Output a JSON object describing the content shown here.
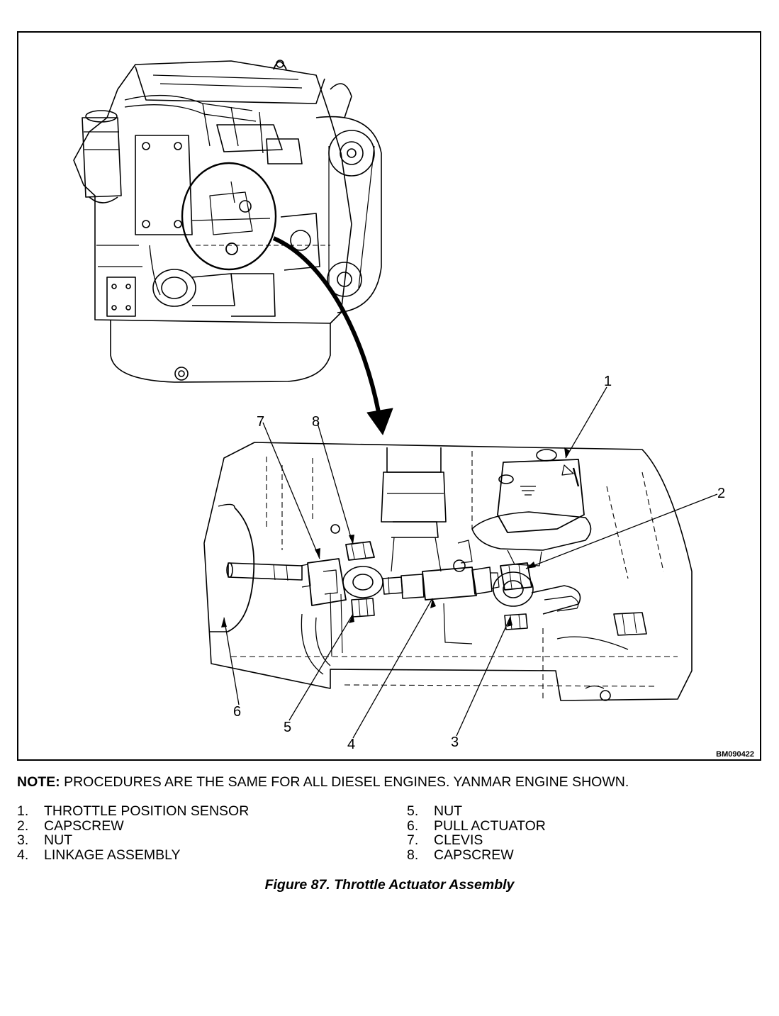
{
  "figure": {
    "drawing_code": "BM090422",
    "callouts": [
      "1",
      "2",
      "3",
      "4",
      "5",
      "6",
      "7",
      "8"
    ]
  },
  "note": {
    "label": "NOTE:",
    "text": " PROCEDURES ARE THE SAME FOR ALL DIESEL ENGINES. YANMAR ENGINE SHOWN."
  },
  "legend": {
    "left": [
      {
        "num": "1.",
        "label": "THROTTLE POSITION SENSOR"
      },
      {
        "num": "2.",
        "label": "CAPSCREW"
      },
      {
        "num": "3.",
        "label": "NUT"
      },
      {
        "num": "4.",
        "label": "LINKAGE ASSEMBLY"
      }
    ],
    "right": [
      {
        "num": "5.",
        "label": "NUT"
      },
      {
        "num": "6.",
        "label": "PULL ACTUATOR"
      },
      {
        "num": "7.",
        "label": "CLEVIS"
      },
      {
        "num": "8.",
        "label": "CAPSCREW"
      }
    ]
  },
  "caption": "Figure 87. Throttle Actuator Assembly"
}
